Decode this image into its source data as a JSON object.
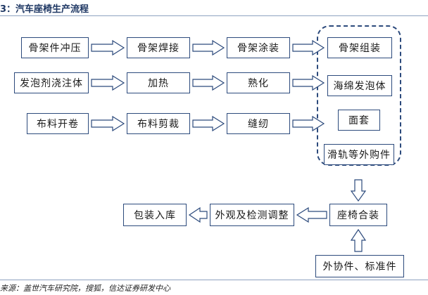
{
  "title": "3：汽车座椅生产流程",
  "flow": {
    "row1": [
      "骨架件冲压",
      "骨架焊接",
      "骨架涂装"
    ],
    "row2": [
      "发泡剂浇注体",
      "加热",
      "熟化"
    ],
    "row3": [
      "布料开卷",
      "布料剪裁",
      "缝纫"
    ],
    "group": [
      "骨架组装",
      "海绵发泡体",
      "面套",
      "滑轨等外购件"
    ],
    "assembly": "座椅合装",
    "inspection": "外观及检测调整",
    "packing": "包装入库",
    "parts": "外协件、标准件"
  },
  "source": "来源：盖世汽车研究院，搜狐，信达证券研发中心"
}
